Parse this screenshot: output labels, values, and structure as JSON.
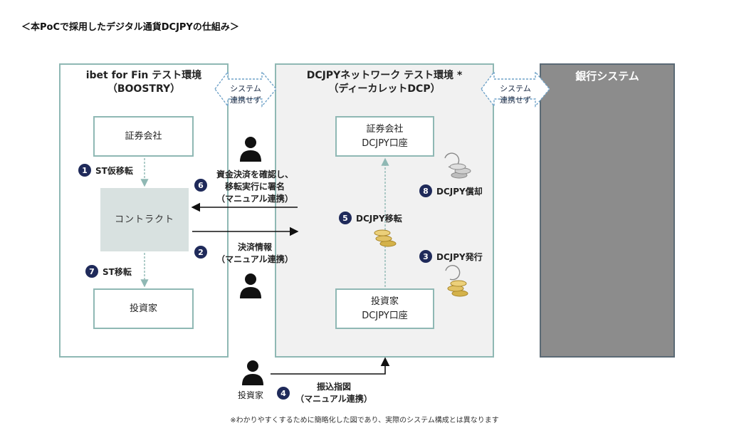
{
  "title": "＜本PoCで採用したデジタル通貨DCJPYの仕組み＞",
  "left_panel": {
    "title_line1": "ibet for Fin テスト環境",
    "title_line2": "（BOOSTRY）",
    "securities_company": "証券会社",
    "contract": "コントラクト",
    "investor": "投資家"
  },
  "mid_panel": {
    "title_line1": "DCJPYネットワーク テスト環境 *",
    "title_line2": "（ディーカレットDCP）",
    "securities_account_line1": "証券会社",
    "securities_account_line2": "DCJPY口座",
    "investor_account_line1": "投資家",
    "investor_account_line2": "DCJPY口座"
  },
  "bank_panel": {
    "title": "銀行システム"
  },
  "connectors": {
    "left_line1": "システム",
    "left_line2": "連携せず",
    "right_line1": "システム",
    "right_line2": "連携せず"
  },
  "steps": {
    "s1": {
      "num": "1",
      "label": "ST仮移転"
    },
    "s2": {
      "num": "2",
      "line1": "決済情報",
      "line2": "（マニュアル連携）"
    },
    "s3": {
      "num": "3",
      "label": "DCJPY発行"
    },
    "s4": {
      "num": "4",
      "line1": "振込指図",
      "line2": "（マニュアル連携）"
    },
    "s5": {
      "num": "5",
      "label": "DCJPY移転"
    },
    "s6": {
      "num": "6",
      "line1": "資金決済を確認し、",
      "line2": "移転実行に署名",
      "line3": "（マニュアル連携）"
    },
    "s7": {
      "num": "7",
      "label": "ST移転"
    },
    "s8": {
      "num": "8",
      "label": "DCJPY償却"
    }
  },
  "person_investor_label": "投資家",
  "footnote": "※わかりやすくするために簡略化した図であり、実際のシステム構成とは異なります",
  "colors": {
    "panel_border": "#8fb8b4",
    "badge": "#1f2a5a",
    "bank": "#8c8c8c",
    "coin": "#d4b24a"
  }
}
